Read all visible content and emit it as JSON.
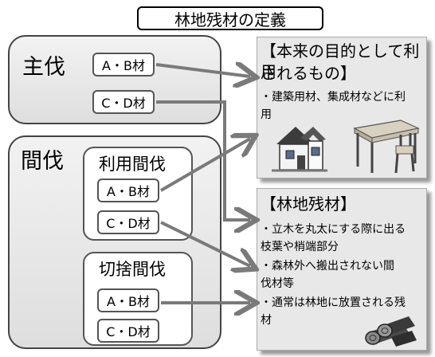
{
  "title": "林地残材の定義",
  "main_felling": {
    "label": "主伐",
    "items": [
      "A・B材",
      "C・D材"
    ]
  },
  "thinning": {
    "label": "間伐",
    "used_thinning": {
      "label": "利用間伐",
      "items": [
        "A・B材",
        "C・D材"
      ]
    },
    "cut_thinning": {
      "label": "切捨間伐",
      "items": [
        "A・B材",
        "C・D材"
      ]
    }
  },
  "panel_use": {
    "title_line1": "【本来の目的として利用",
    "title_line2": "されるもの】",
    "text_line1": "・建築用材、集成材などに利",
    "text_line2": "用"
  },
  "panel_residue": {
    "title": "【林地残材】",
    "lines": [
      "・立木を丸太にする際に出る",
      "枝葉や梢端部分",
      "・森林外へ搬出されない間",
      "伐材等",
      "・通常は林地に放置される残",
      "材"
    ]
  },
  "colors": {
    "arrow": "#7a7a7a",
    "panel_bg": "#e8e8e8"
  }
}
